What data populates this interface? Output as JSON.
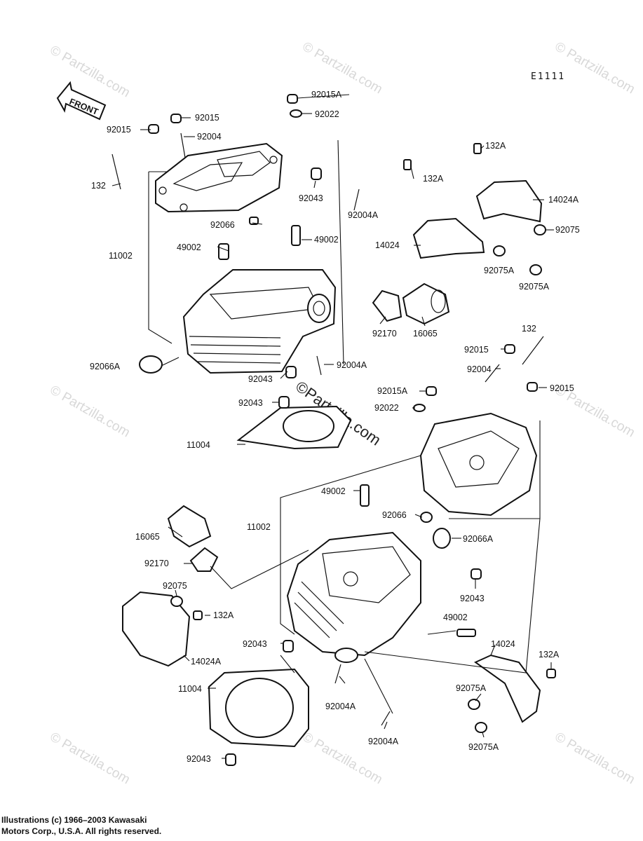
{
  "drawing_code": "E1111",
  "front_arrow_text": "FRONT",
  "watermark_text": "© Partzilla.com",
  "center_watermark": "©Partzilla.com",
  "copyright": [
    "Illustrations (c) 1966–2003 Kawasaki",
    "Motors Corp., U.S.A.  All rights reserved."
  ],
  "labels": {
    "l_92015A_top": "92015A",
    "l_92015_top": "92015",
    "l_92022_top": "92022",
    "l_92015_left": "92015",
    "l_92004_top": "92004",
    "l_132_left": "132",
    "l_92043_top": "92043",
    "l_92004A_top": "92004A",
    "l_92066_top": "92066",
    "l_49002_left": "49002",
    "l_49002_mid": "49002",
    "l_11002_top": "11002",
    "l_132A_a": "132A",
    "l_132A_b": "132A",
    "l_14024A_top": "14024A",
    "l_14024_top": "14024",
    "l_92075_top": "92075",
    "l_92075A_a": "92075A",
    "l_92075A_b": "92075A",
    "l_92170_top": "92170",
    "l_16065_top": "16065",
    "l_92066A_top": "92066A",
    "l_92004A_mid": "92004A",
    "l_92043_mid1": "92043",
    "l_92043_mid2": "92043",
    "l_11004_top": "11004",
    "l_132_right": "132",
    "l_92015_right1": "92015",
    "l_92004_right": "92004",
    "l_92015A_right": "92015A",
    "l_92015_right2": "92015",
    "l_92022_right": "92022",
    "l_49002_low": "49002",
    "l_92066_low": "92066",
    "l_11002_low": "11002",
    "l_92066A_low": "92066A",
    "l_16065_low": "16065",
    "l_92170_low": "92170",
    "l_92075_low": "92075",
    "l_92043_low1": "92043",
    "l_132A_low": "132A",
    "l_49002_low2": "49002",
    "l_14024A_low": "14024A",
    "l_92043_low2": "92043",
    "l_14024_low": "14024",
    "l_132A_low2": "132A",
    "l_11004_low": "11004",
    "l_92004A_low1": "92004A",
    "l_92075A_low1": "92075A",
    "l_92004A_low2": "92004A",
    "l_92075A_low2": "92075A",
    "l_92043_bottom": "92043"
  }
}
